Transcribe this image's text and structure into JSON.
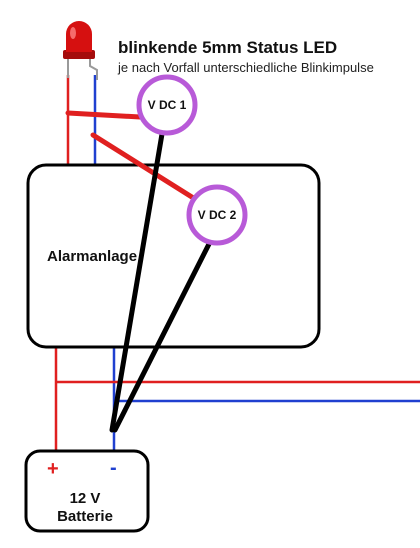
{
  "led": {
    "title": "blinkende 5mm Status LED",
    "subtitle": "je nach Vorfall unterschiedliche Blinkimpulse"
  },
  "alarm_box": {
    "label": "Alarmanlage"
  },
  "meters": [
    {
      "label": "V DC 1"
    },
    {
      "label": "V DC 2"
    }
  ],
  "battery": {
    "voltage": "12 V",
    "name": "Batterie",
    "plus_sign": "+",
    "minus_sign": "-"
  },
  "colors": {
    "positive_wire": "#e02020",
    "negative_wire": "#2040d0",
    "probe_red": "#e02020",
    "probe_black": "#000000",
    "meter_ring": "#b85ad8",
    "led_body": "#d61010"
  }
}
